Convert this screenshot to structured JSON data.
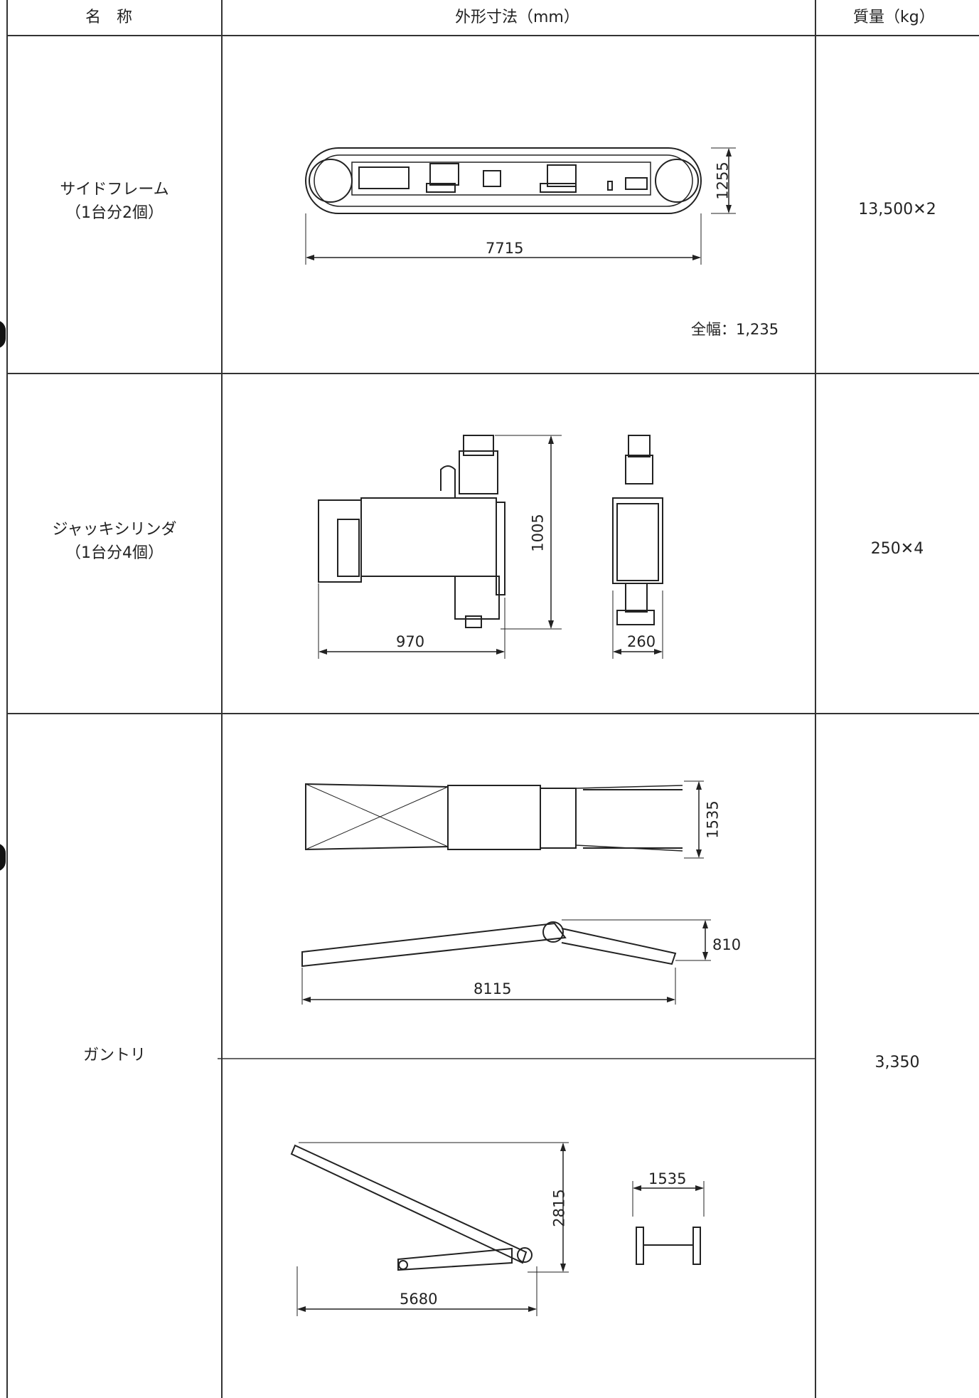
{
  "header": {
    "name_col": "名　称",
    "dims_col": "外形寸法（mm）",
    "mass_col": "質量（kg）"
  },
  "rows": [
    {
      "name_line1": "サイドフレーム",
      "name_line2": "（1台分2個）",
      "mass": "13,500✕2",
      "dims": {
        "length": "7715",
        "height": "1255",
        "note": "全幅：1,235"
      }
    },
    {
      "name_line1": "ジャッキシリンダ",
      "name_line2": "（1台分4個）",
      "mass": "250✕4",
      "dims": {
        "width": "970",
        "height": "1005",
        "depth": "260"
      }
    },
    {
      "name_line1": "ガントリ",
      "mass": "3,350",
      "dims": {
        "top_width": "1535",
        "side_height": "810",
        "side_length": "8115",
        "raised_height": "2815",
        "raised_length": "5680",
        "end_width": "1535"
      }
    }
  ]
}
